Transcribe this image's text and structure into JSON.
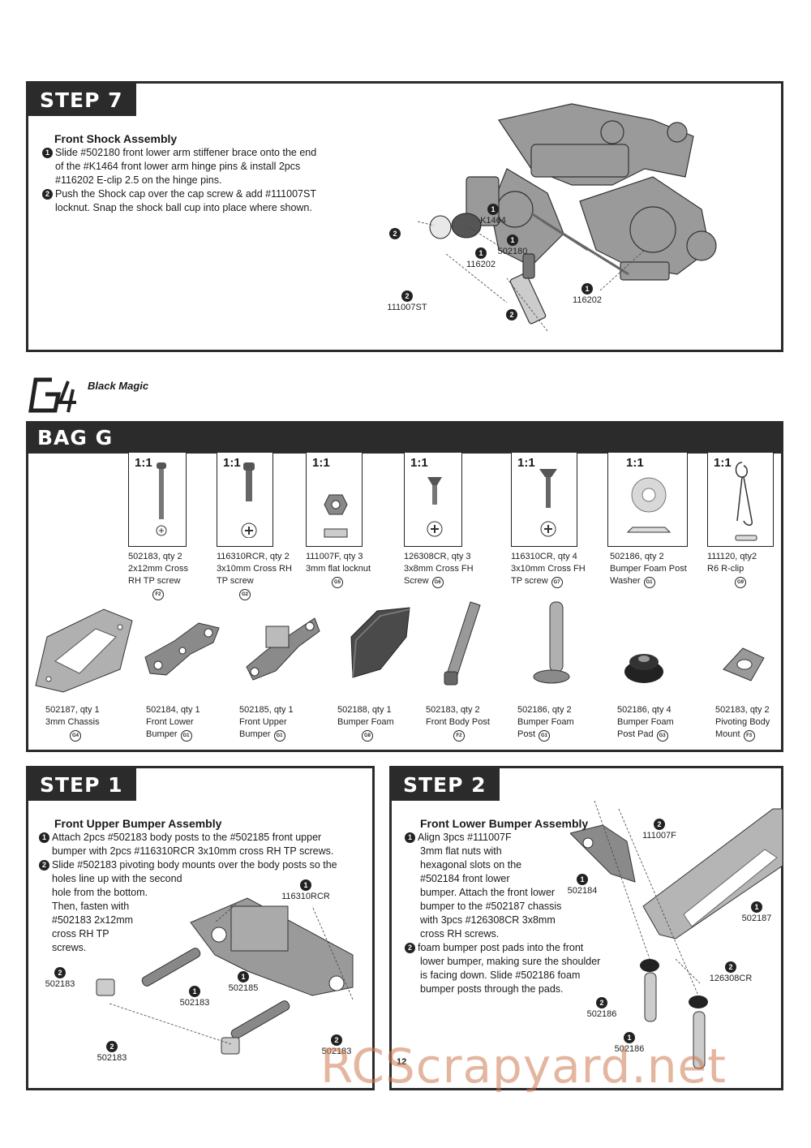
{
  "step7": {
    "tab": "STEP 7",
    "title": "Front Shock Assembly",
    "lines": [
      "Slide #502180 front lower arm stiffener brace onto the end",
      "of the #K1464 front lower arm hinge pins & install 2pcs",
      "#116202 E-clip 2.5 on the hinge pins.",
      "Push the Shock cap over the cap screw & add #111007ST",
      "locknut.  Snap the shock ball cup into place where shown."
    ],
    "callouts": [
      {
        "n": "1",
        "code": "K1464"
      },
      {
        "n": "1",
        "code": "502180"
      },
      {
        "n": "1",
        "code": "116202"
      },
      {
        "n": "2",
        "code": ""
      },
      {
        "n": "2",
        "code": "111007ST"
      },
      {
        "n": "2",
        "code": ""
      },
      {
        "n": "1",
        "code": "116202"
      }
    ]
  },
  "logo": {
    "text": "Black Magic",
    "mark": "G4"
  },
  "bag": {
    "title": "BAG G",
    "hardware": [
      {
        "scale": "1:1",
        "caption": "502183, qty 2\n2x12mm Cross\nRH TP screw",
        "tag": "F2"
      },
      {
        "scale": "1:1",
        "caption": "116310RCR, qty 2\n3x10mm Cross RH\nTP screw",
        "tag": "G2"
      },
      {
        "scale": "1:1",
        "caption": "111007F, qty 3\n3mm flat locknut",
        "tag": "G5"
      },
      {
        "scale": "1:1",
        "caption": "126308CR, qty 3\n3x8mm Cross FH\nScrew",
        "tag": "G6"
      },
      {
        "scale": "1:1",
        "caption": "116310CR, qty 4\n3x10mm Cross FH\nTP screw",
        "tag": "G7"
      },
      {
        "scale": "1:1",
        "caption": "502186, qty 2\nBumper Foam Post\nWasher",
        "tag": "G1"
      },
      {
        "scale": "1:1",
        "caption": "111120, qty2\nR6 R-clip",
        "tag": "G9"
      }
    ],
    "parts": [
      {
        "caption": "502187, qty 1\n3mm Chassis",
        "tag": "G4"
      },
      {
        "caption": "502184, qty 1\nFront Lower\nBumper",
        "tag": "G1"
      },
      {
        "caption": "502185, qty 1\nFront Upper\nBumper",
        "tag": "G1"
      },
      {
        "caption": "502188, qty 1\nBumper Foam",
        "tag": "G8"
      },
      {
        "caption": "502183, qty 2\nFront Body Post",
        "tag": "F2"
      },
      {
        "caption": "502186, qty 2\nBumper Foam\nPost",
        "tag": "G1"
      },
      {
        "caption": "502186, qty 4\nBumper Foam\nPost Pad",
        "tag": "G3"
      },
      {
        "caption": "502183, qty 2\nPivoting Body\nMount",
        "tag": "F3"
      }
    ]
  },
  "step1": {
    "tab": "STEP 1",
    "title": "Front Upper Bumper Assembly",
    "para1": [
      "Attach 2pcs #502183 body posts to the #502185 front upper",
      "bumper with 2pcs #116310RCR 3x10mm cross RH TP screws."
    ],
    "para2": [
      "Slide #502183 pivoting body mounts over the body posts so the",
      "holes line up with the second",
      "hole from the bottom.",
      "Then, fasten with",
      "#502183 2x12mm",
      "cross RH TP",
      "screws."
    ],
    "callouts": [
      {
        "n": "1",
        "code": "116310RCR"
      },
      {
        "n": "2",
        "code": "502183"
      },
      {
        "n": "1",
        "code": "502185"
      },
      {
        "n": "1",
        "code": "502183"
      },
      {
        "n": "2",
        "code": "502183"
      },
      {
        "n": "2",
        "code": "502183"
      }
    ]
  },
  "step2": {
    "tab": "STEP 2",
    "title": "Front Lower Bumper Assembly",
    "para1": [
      "Align 3pcs #111007F",
      "3mm flat nuts with",
      "hexagonal slots on the",
      "#502184 front lower",
      "bumper. Attach the front lower",
      "bumper to the #502187 chassis",
      "with 3pcs #126308CR 3x8mm",
      "cross RH screws."
    ],
    "para2": [
      "foam bumper post pads into the front",
      "lower bumper, making sure the shoulder",
      "is facing down.  Slide #502186 foam",
      "bumper posts through the pads."
    ],
    "callouts": [
      {
        "n": "2",
        "code": "111007F"
      },
      {
        "n": "1",
        "code": "502184"
      },
      {
        "n": "1",
        "code": "502187"
      },
      {
        "n": "2",
        "code": "126308CR"
      },
      {
        "n": "2",
        "code": "502186"
      },
      {
        "n": "1",
        "code": "502186"
      }
    ]
  },
  "page": {
    "number": "12",
    "watermark": "RCScrapyard.net"
  },
  "colors": {
    "frame": "#2b2b2b",
    "part": "#8a8a8a",
    "watermark": "#cd7850"
  }
}
